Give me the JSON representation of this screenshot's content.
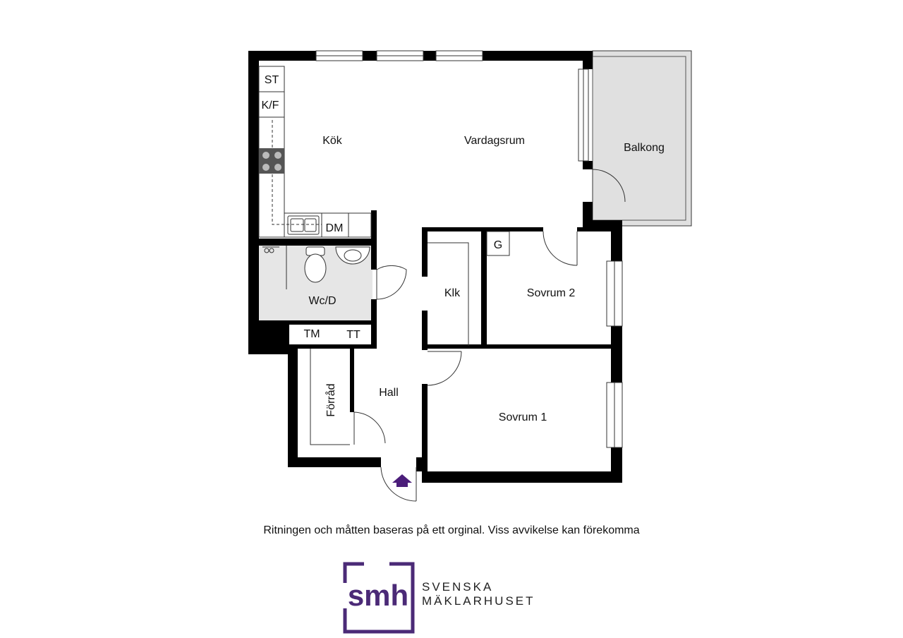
{
  "rooms": {
    "kok": "Kök",
    "vardagsrum": "Vardagsrum",
    "balkong": "Balkong",
    "wcd": "Wc/D",
    "klk": "Klk",
    "sovrum2": "Sovrum 2",
    "sovrum1": "Sovrum 1",
    "hall": "Hall",
    "forrad": "Förråd"
  },
  "fixtures": {
    "st": "ST",
    "kf": "K/F",
    "dm": "DM",
    "g": "G",
    "tm": "TM",
    "tt": "TT"
  },
  "disclaimer": "Ritningen och måtten baseras på ett orginal. Viss avvikelse kan förekomma",
  "logo": {
    "mark": "smh",
    "line1": "SVENSKA",
    "line2": "MÄKLARHUSET",
    "color": "#4b2a77"
  },
  "colors": {
    "wall": "#000000",
    "wet_room": "#e6e6e6",
    "balcony": "#e0e0e0",
    "entrance_arrow": "#4b1d7a"
  }
}
